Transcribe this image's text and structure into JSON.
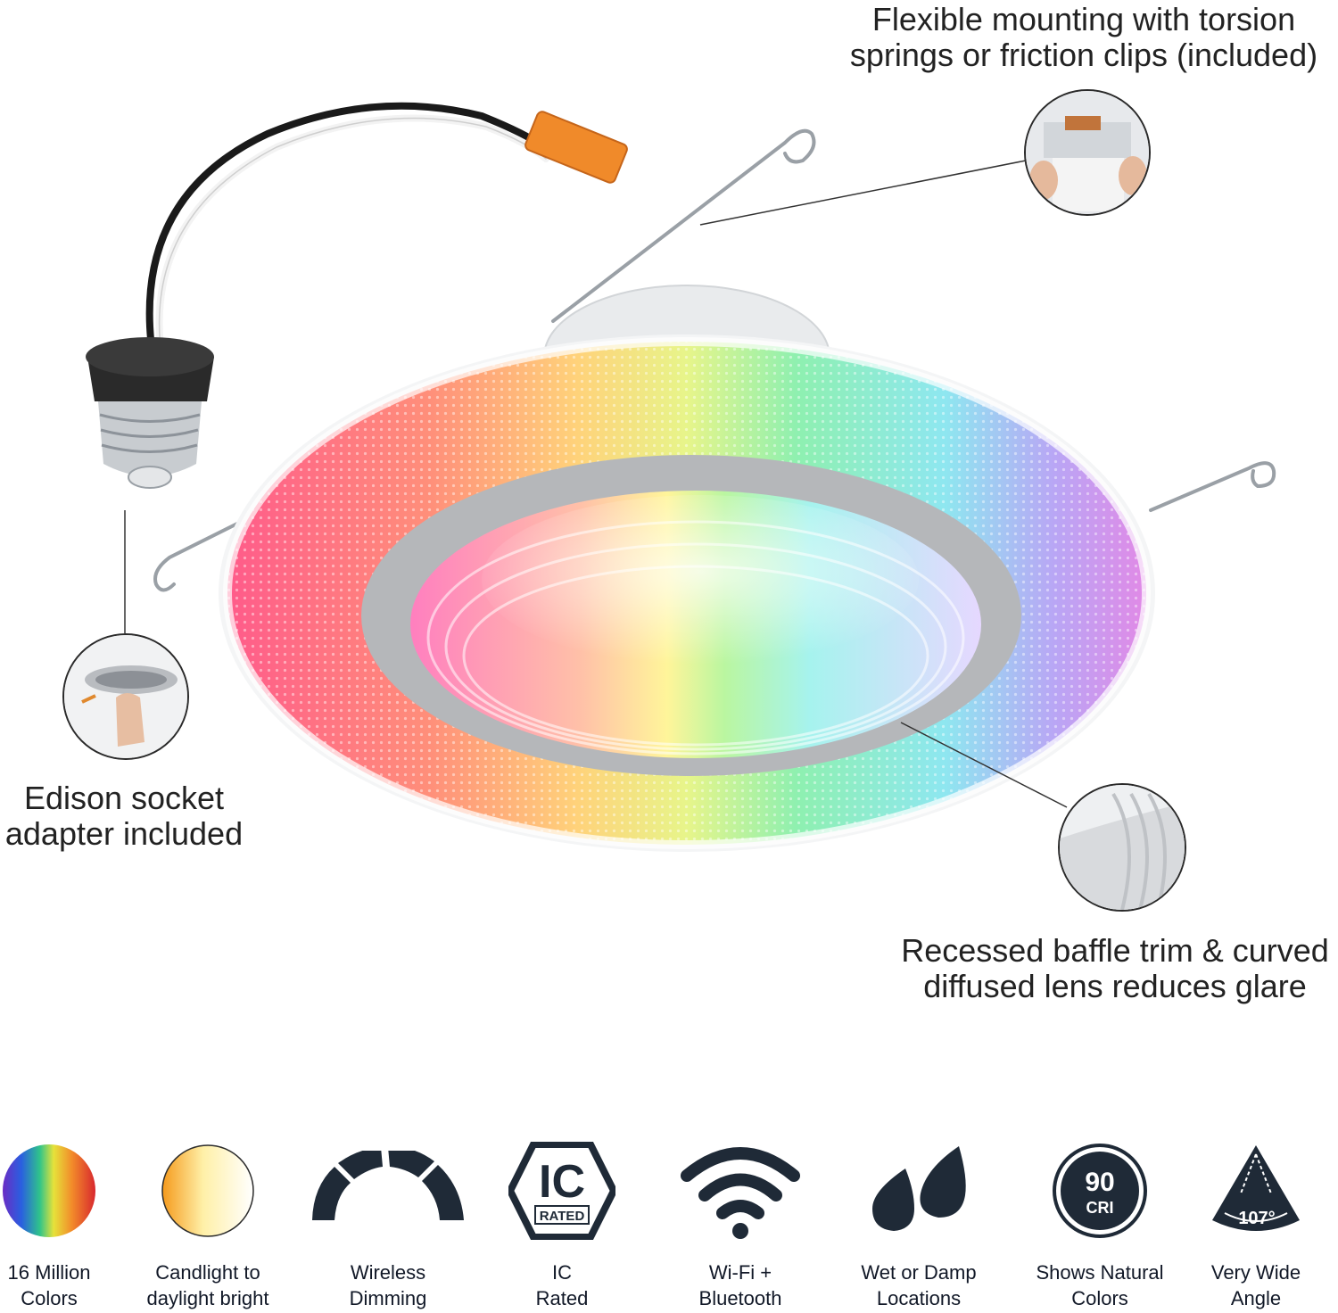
{
  "callouts": {
    "mounting": {
      "line1": "Flexible mounting with torsion",
      "line2": "springs or friction clips (included)"
    },
    "socket": {
      "line1": "Edison socket",
      "line2": "adapter included"
    },
    "baffle": {
      "line1": "Recessed baffle trim & curved",
      "line2": "diffused lens reduces glare"
    }
  },
  "features": [
    {
      "icon": "rainbow-circle-icon",
      "line1": "16 Million",
      "line2": "Colors"
    },
    {
      "icon": "warm-white-circle-icon",
      "line1": "Candlight to",
      "line2": "daylight bright"
    },
    {
      "icon": "dimming-gauge-icon",
      "line1": "Wireless",
      "line2": "Dimming"
    },
    {
      "icon": "ic-rated-icon",
      "line1": "IC",
      "line2": "Rated",
      "badge_main": "IC",
      "badge_sub": "RATED"
    },
    {
      "icon": "wifi-icon",
      "line1": "Wi-Fi +",
      "line2": "Bluetooth"
    },
    {
      "icon": "water-drops-icon",
      "line1": "Wet or Damp",
      "line2": "Locations"
    },
    {
      "icon": "cri-badge-icon",
      "line1": "Shows Natural",
      "line2": "Colors",
      "badge_main": "90",
      "badge_sub": "CRI"
    },
    {
      "icon": "beam-angle-icon",
      "line1": "Very Wide",
      "line2": "Angle",
      "badge_main": "107°"
    }
  ],
  "colors": {
    "icon_fill": "#1f2a37",
    "text": "#222222"
  }
}
